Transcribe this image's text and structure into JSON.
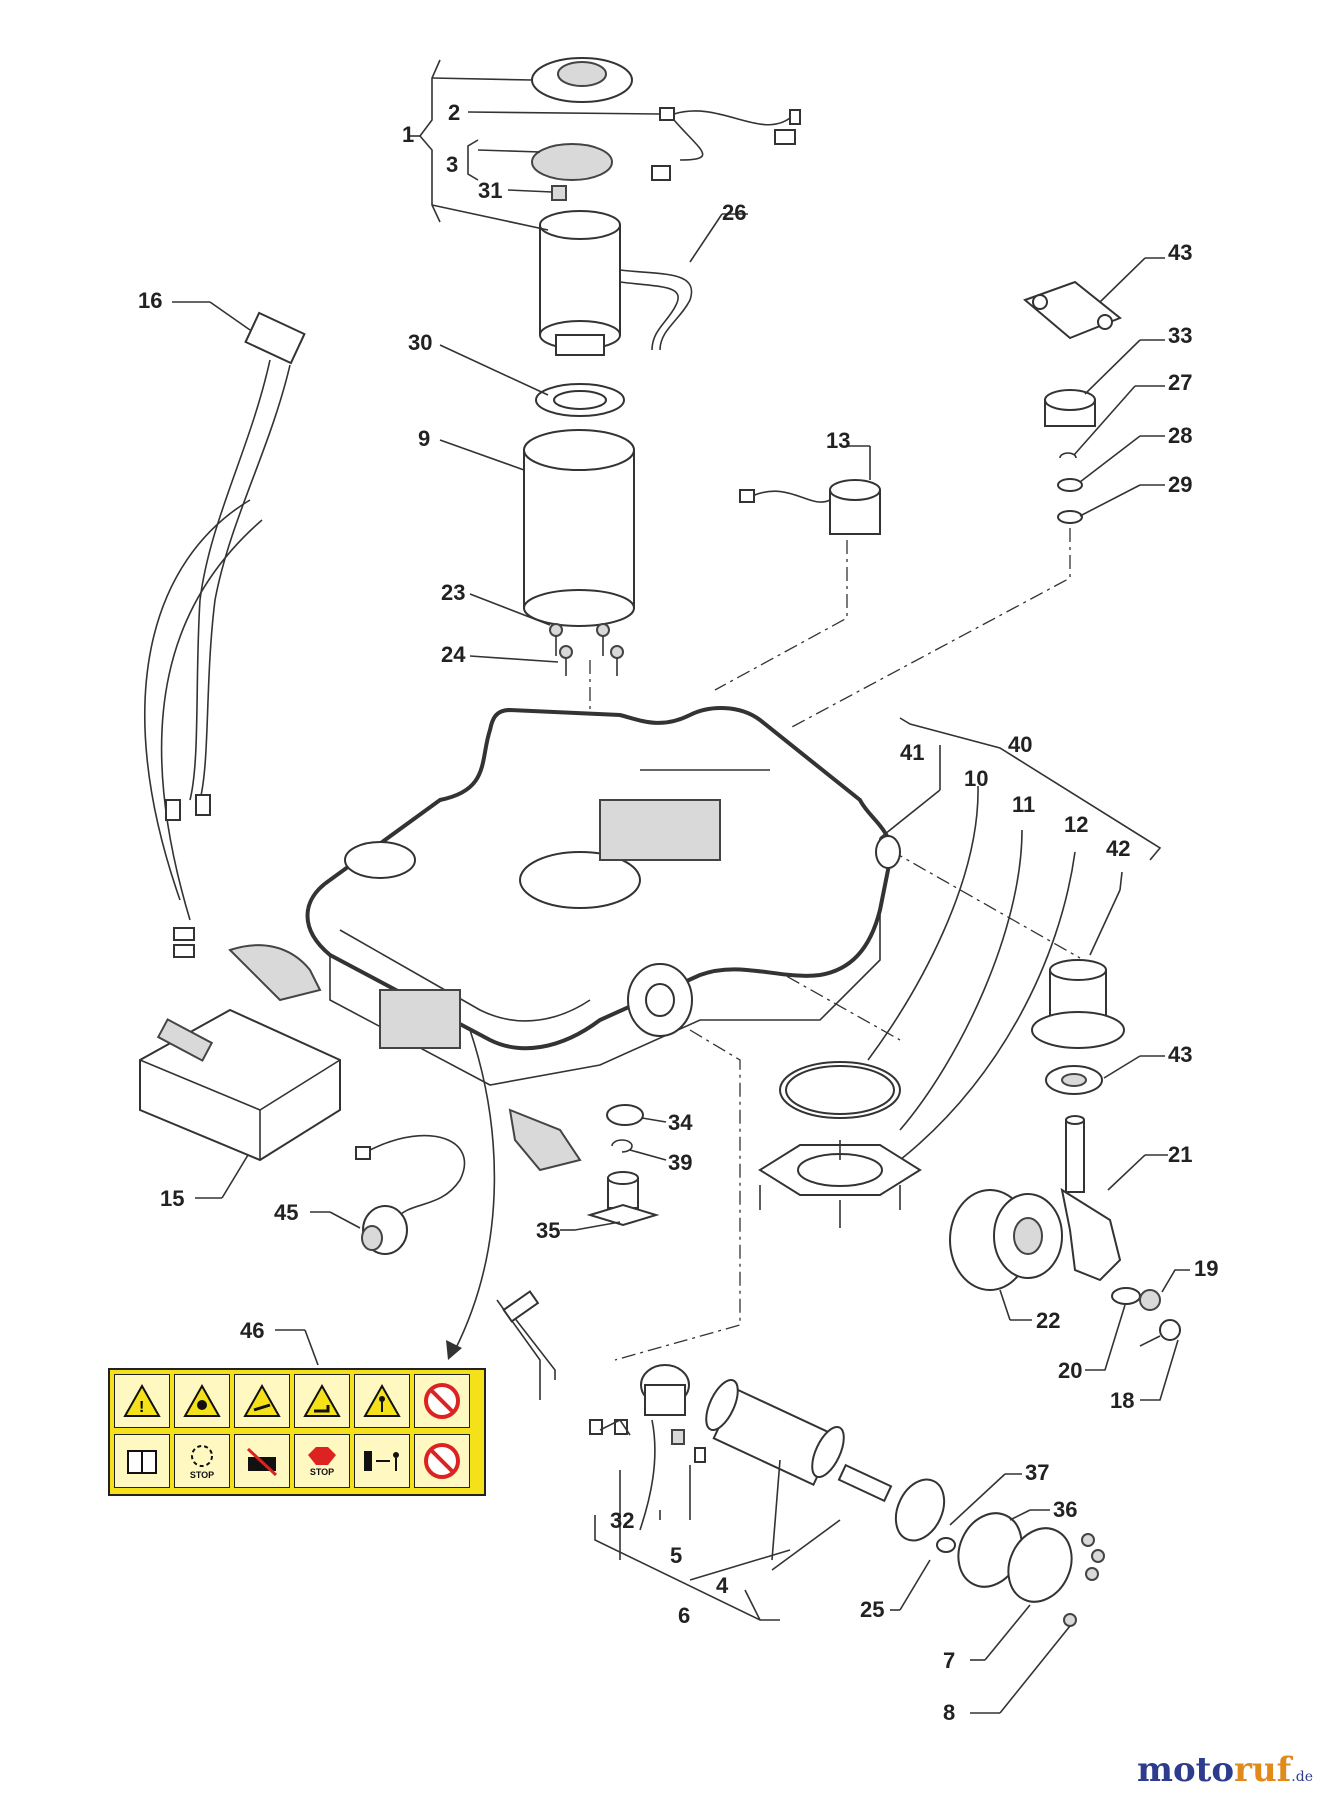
{
  "labels": {
    "p1": "1",
    "p2": "2",
    "p3": "3",
    "p4": "4",
    "p5": "5",
    "p6": "6",
    "p7": "7",
    "p8": "8",
    "p9": "9",
    "p10": "10",
    "p11": "11",
    "p12": "12",
    "p13": "13",
    "p15": "15",
    "p16": "16",
    "p18": "18",
    "p19": "19",
    "p20": "20",
    "p21": "21",
    "p22": "22",
    "p23": "23",
    "p24": "24",
    "p25": "25",
    "p26": "26",
    "p27": "27",
    "p28": "28",
    "p29": "29",
    "p30": "30",
    "p31": "31",
    "p32": "32",
    "p33": "33",
    "p34": "34",
    "p35": "35",
    "p36": "36",
    "p37": "37",
    "p39": "39",
    "p40": "40",
    "p41": "41",
    "p42": "42",
    "p43a": "43",
    "p43b": "43",
    "p45": "45",
    "p46": "46"
  },
  "warning_label": {
    "stop_text_1": "STOP",
    "stop_text_2": "STOP"
  },
  "brand": {
    "main1": "moto",
    "main2": "ruf",
    "suffix": ".de"
  },
  "colors": {
    "label_yellow": "#f4e11a",
    "brand_blue": "#2d3c8c",
    "brand_orange": "#e08a1b"
  }
}
